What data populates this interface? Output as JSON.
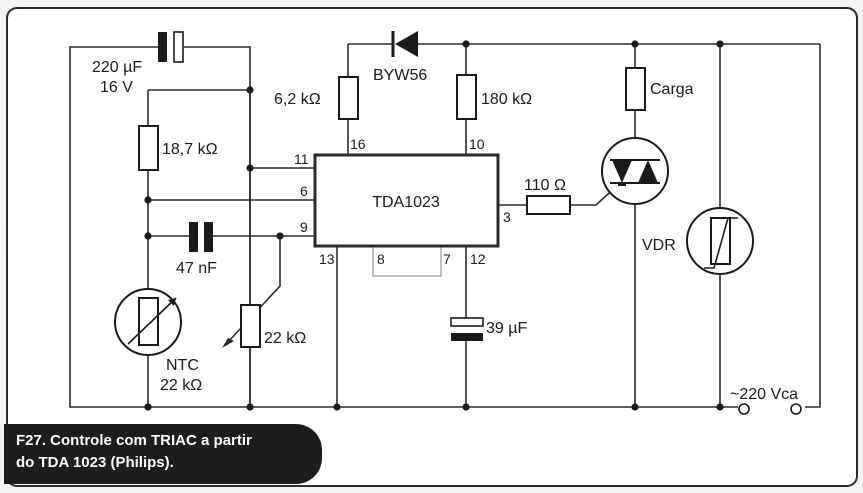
{
  "components": {
    "c1_value": "220 µF",
    "c1_voltage": "16 V",
    "diode": "BYW56",
    "r_6k2": "6,2 kΩ",
    "r_180k": "180 kΩ",
    "load": "Carga",
    "r_18k7": "18,7 kΩ",
    "ic": "TDA1023",
    "r_110": "110 Ω",
    "c_47n": "47 nF",
    "vdr": "VDR",
    "c_39u": "39 µF",
    "r_22k": "22 kΩ",
    "ntc": "NTC",
    "ntc_value": "22 kΩ",
    "supply": "~220 Vca"
  },
  "pins": {
    "p16": "16",
    "p10": "10",
    "p11": "11",
    "p6": "6",
    "p9": "9",
    "p3": "3",
    "p13": "13",
    "p8": "8",
    "p7": "7",
    "p12": "12"
  },
  "caption": {
    "line1": "F27. Controle com TRIAC a partir",
    "line2": "do TDA 1023 (Philips)."
  },
  "colors": {
    "wire": "#2a2a2a",
    "caption_bg": "#1d1d1d",
    "caption_text": "#ffffff",
    "panel_bg": "#ffffff"
  }
}
